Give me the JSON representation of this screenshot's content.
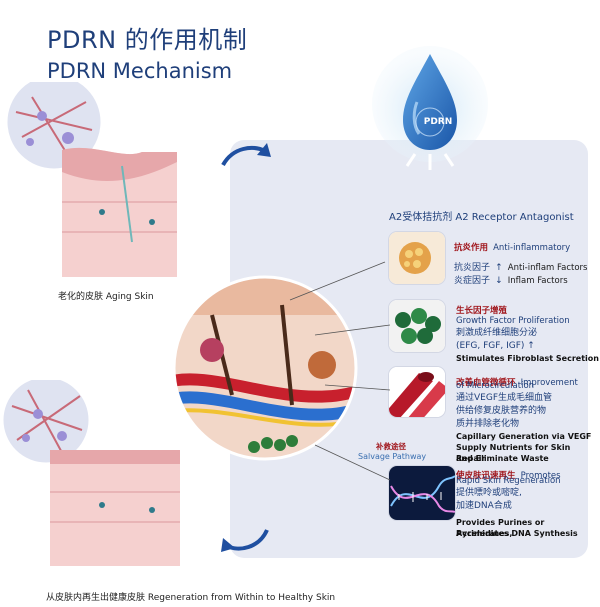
{
  "title": {
    "cn": "PDRN 的作用机制",
    "en": "PDRN Mechanism"
  },
  "drop_label": "PDRN",
  "receptor": "A2受体拮抗剂 A2 Receptor Antagonist",
  "anti_inflammatory": {
    "heading_cn": "抗炎作用",
    "heading_en": "Anti-inflammatory",
    "line1_cn": "抗炎因子",
    "line1_en": "Anti-inflam Factors",
    "line2_cn": "炎症因子",
    "line2_en": "Inflam Factors",
    "up": "↑",
    "down": "↓"
  },
  "growth": {
    "heading_cn": "生长因子增殖",
    "heading_en": "Growth Factor Proliferation",
    "line1": "刺激成纤维细胞分泌",
    "line2": "(EFG, FGF, IGF) ↑",
    "line3": "Stimulates Fibroblast Secretion"
  },
  "microcirculation": {
    "heading_cn": "改善血管微循环",
    "heading_en1": "Improvement",
    "heading_en2": "of Microcirculation",
    "line1": "通过VEGF生成毛细血管",
    "line2": "供给修复皮肤营养的物",
    "line3": "质并排除老化物",
    "en1": "Capillary Generation via VEGF",
    "en2": "Supply Nutrients for Skin Repair",
    "en3": "and Eliminate Waste"
  },
  "salvage": {
    "cn": "补救途径",
    "en": "Salvage Pathway"
  },
  "regeneration": {
    "heading_cn": "使皮肤迅速再生",
    "heading_en1": "Promotes",
    "heading_en2": "Rapid Skin Regeneration",
    "line1": "提供嘌呤或嘧啶,",
    "line2": "加速DNA合成",
    "en1": "Provides Purines or Pyrimidines,",
    "en2": "Accelerates DNA Synthesis"
  },
  "captions": {
    "aging": "老化的皮肤 Aging Skin",
    "healthy": "从皮肤内再生出健康皮肤 Regeneration from Within to Healthy Skin"
  },
  "colors": {
    "navy": "#1f3f7a",
    "red": "#a0151b",
    "panel": "#e6e9f3",
    "arrow": "#1f4fa0"
  }
}
